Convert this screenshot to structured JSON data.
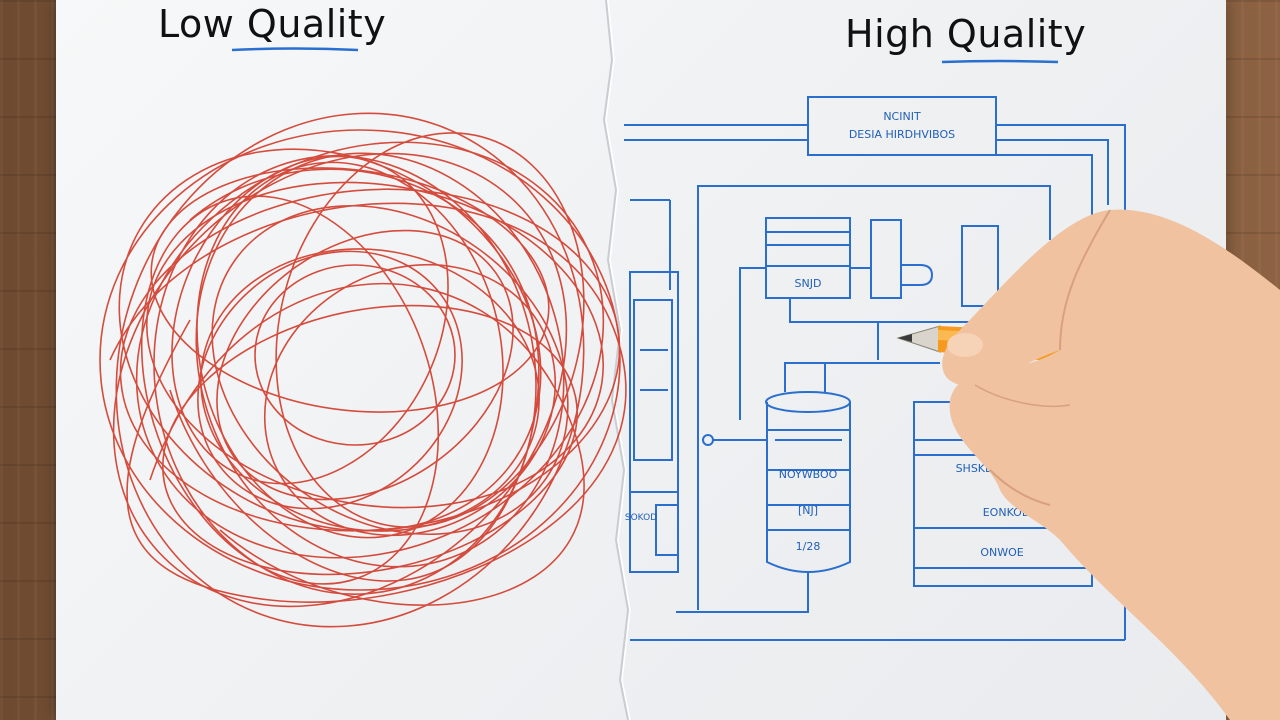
{
  "titles": {
    "low": "Low Quality",
    "high": "High Quality"
  },
  "diagram": {
    "top_box_line1": "NCINIT",
    "top_box_line2": "DESIA HIRDHVIBOS",
    "box_a_label": "SNJD",
    "cylinder_label1": "NOYWBOO",
    "cylinder_label2": "[NJ]",
    "cylinder_label3": "1/28",
    "box_right_label1": "SHSKED",
    "box_right_label2": "EONKODE",
    "box_right_label3": "ONWOE",
    "left_label": "SOKOD"
  },
  "colors": {
    "scribble": "#d23a2a",
    "diagram": "#2a6fd0",
    "pen_body": "#f59a1f",
    "skin": "#f1c2a0"
  }
}
